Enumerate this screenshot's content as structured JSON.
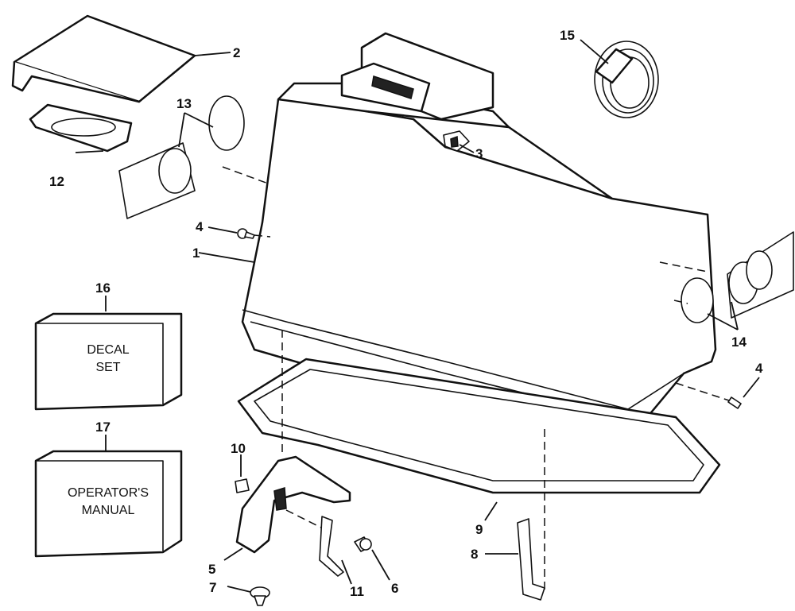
{
  "callouts": {
    "n1": "1",
    "n2": "2",
    "n3": "3",
    "n4a": "4",
    "n4b": "4",
    "n5": "5",
    "n6": "6",
    "n7": "7",
    "n8": "8",
    "n9": "9",
    "n10": "10",
    "n11": "11",
    "n12": "12",
    "n13": "13",
    "n14": "14",
    "n15": "15",
    "n16": "16",
    "n17": "17"
  },
  "decal_box": {
    "line1": "DECAL",
    "line2": "SET"
  },
  "manual_box": {
    "line1": "OPERATOR'S",
    "line2": "MANUAL"
  }
}
